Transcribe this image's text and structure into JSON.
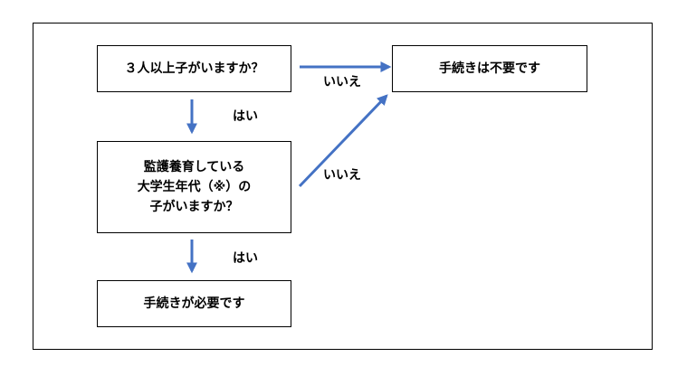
{
  "flowchart": {
    "q1": "３人以上子がいますか？",
    "q2_lines": [
      "監護養育している",
      "大学生年代（※）の",
      "子がいますか？"
    ],
    "not_required": "手続きは不要です",
    "required": "手続きが必要です",
    "yes_label_1": "はい",
    "yes_label_2": "はい",
    "no_label_1": "いいえ",
    "no_label_2": "いいえ"
  },
  "colors": {
    "arrow": "#4472C4",
    "border": "#000000",
    "background": "#ffffff"
  }
}
